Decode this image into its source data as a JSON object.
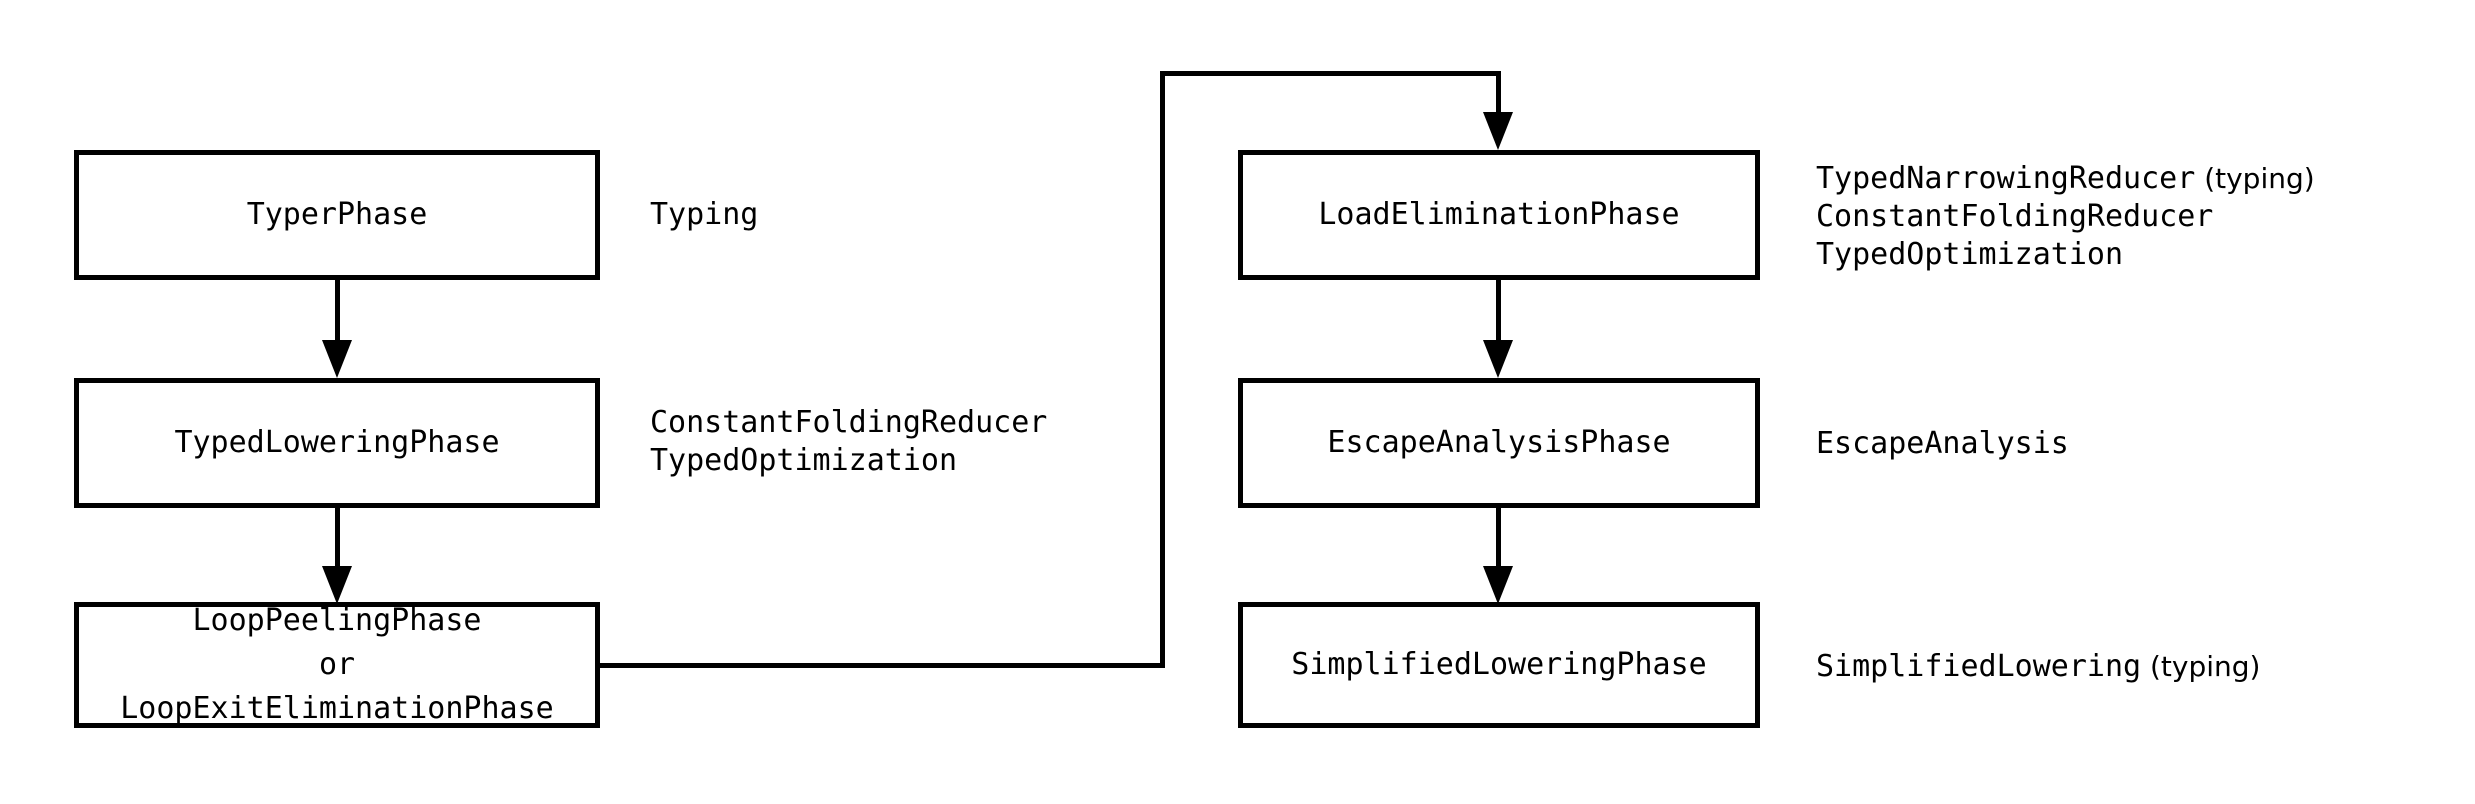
{
  "diagram": {
    "title": "TurboFan simplified lowering phase pipeline",
    "background_color": "#ffffff",
    "stroke_color": "#000000"
  },
  "nodes": [
    {
      "id": "typer-phase",
      "lines": [
        "TyperPhase"
      ],
      "column": "left",
      "row": 1
    },
    {
      "id": "typed-lowering-phase",
      "lines": [
        "TypedLoweringPhase"
      ],
      "column": "left",
      "row": 2
    },
    {
      "id": "loop-peeling-phase",
      "lines": [
        "LoopPeelingPhase",
        "or",
        "LoopExitEliminationPhase"
      ],
      "column": "left",
      "row": 3
    },
    {
      "id": "load-elimination-phase",
      "lines": [
        "LoadEliminationPhase"
      ],
      "column": "right",
      "row": 1
    },
    {
      "id": "escape-analysis-phase",
      "lines": [
        "EscapeAnalysisPhase"
      ],
      "column": "right",
      "row": 2
    },
    {
      "id": "simplified-lowering-phase",
      "lines": [
        "SimplifiedLoweringPhase"
      ],
      "column": "right",
      "row": 3
    }
  ],
  "annotations": [
    {
      "id": "typer-phase-annotation",
      "for": "typer-phase",
      "lines": [
        "Typing"
      ]
    },
    {
      "id": "typed-lowering-phase-annotation",
      "for": "typed-lowering-phase",
      "lines": [
        "ConstantFoldingReducer",
        "TypedOptimization"
      ]
    },
    {
      "id": "load-elimination-phase-annotation",
      "for": "load-elimination-phase",
      "lines": [
        "TypedNarrowingReducer (typing)",
        "ConstantFoldingReducer",
        "TypedOptimization"
      ]
    },
    {
      "id": "escape-analysis-phase-annotation",
      "for": "escape-analysis-phase",
      "lines": [
        "EscapeAnalysis"
      ]
    },
    {
      "id": "simplified-lowering-phase-annotation",
      "for": "simplified-lowering-phase",
      "lines": [
        "SimplifiedLowering (typing)"
      ]
    }
  ],
  "annotation_text": {
    "typing": "Typing",
    "constant_folding_reducer": "ConstantFoldingReducer",
    "typed_optimization": "TypedOptimization",
    "typed_narrowing_reducer_base": "TypedNarrowingReducer",
    "typed_narrowing_reducer_paren": " (typing)",
    "escape_analysis": "EscapeAnalysis",
    "simplified_lowering_base": "SimplifiedLowering",
    "simplified_lowering_paren": " (typing)"
  },
  "node_text": {
    "typer_phase": "TyperPhase",
    "typed_lowering_phase": "TypedLoweringPhase",
    "loop_peeling_phase": "LoopPeelingPhase",
    "loop_or": "or",
    "loop_exit_elimination_phase": "LoopExitEliminationPhase",
    "load_elimination_phase": "LoadEliminationPhase",
    "escape_analysis_phase": "EscapeAnalysisPhase",
    "simplified_lowering_phase": "SimplifiedLoweringPhase"
  },
  "edges": [
    {
      "id": "edge-typer-to-typed-lowering",
      "from": "typer-phase",
      "to": "typed-lowering-phase",
      "kind": "straight-down-arrow"
    },
    {
      "id": "edge-typed-lowering-to-loop-peeling",
      "from": "typed-lowering-phase",
      "to": "loop-peeling-phase",
      "kind": "straight-down-arrow"
    },
    {
      "id": "edge-loop-peeling-to-load-elimination",
      "from": "loop-peeling-phase",
      "to": "load-elimination-phase",
      "kind": "orthogonal-right-up-right-down-arrow"
    },
    {
      "id": "edge-load-elimination-to-escape-analysis",
      "from": "load-elimination-phase",
      "to": "escape-analysis-phase",
      "kind": "straight-down-arrow"
    },
    {
      "id": "edge-escape-analysis-to-simplified-lowering",
      "from": "escape-analysis-phase",
      "to": "simplified-lowering-phase",
      "kind": "straight-down-arrow"
    }
  ]
}
